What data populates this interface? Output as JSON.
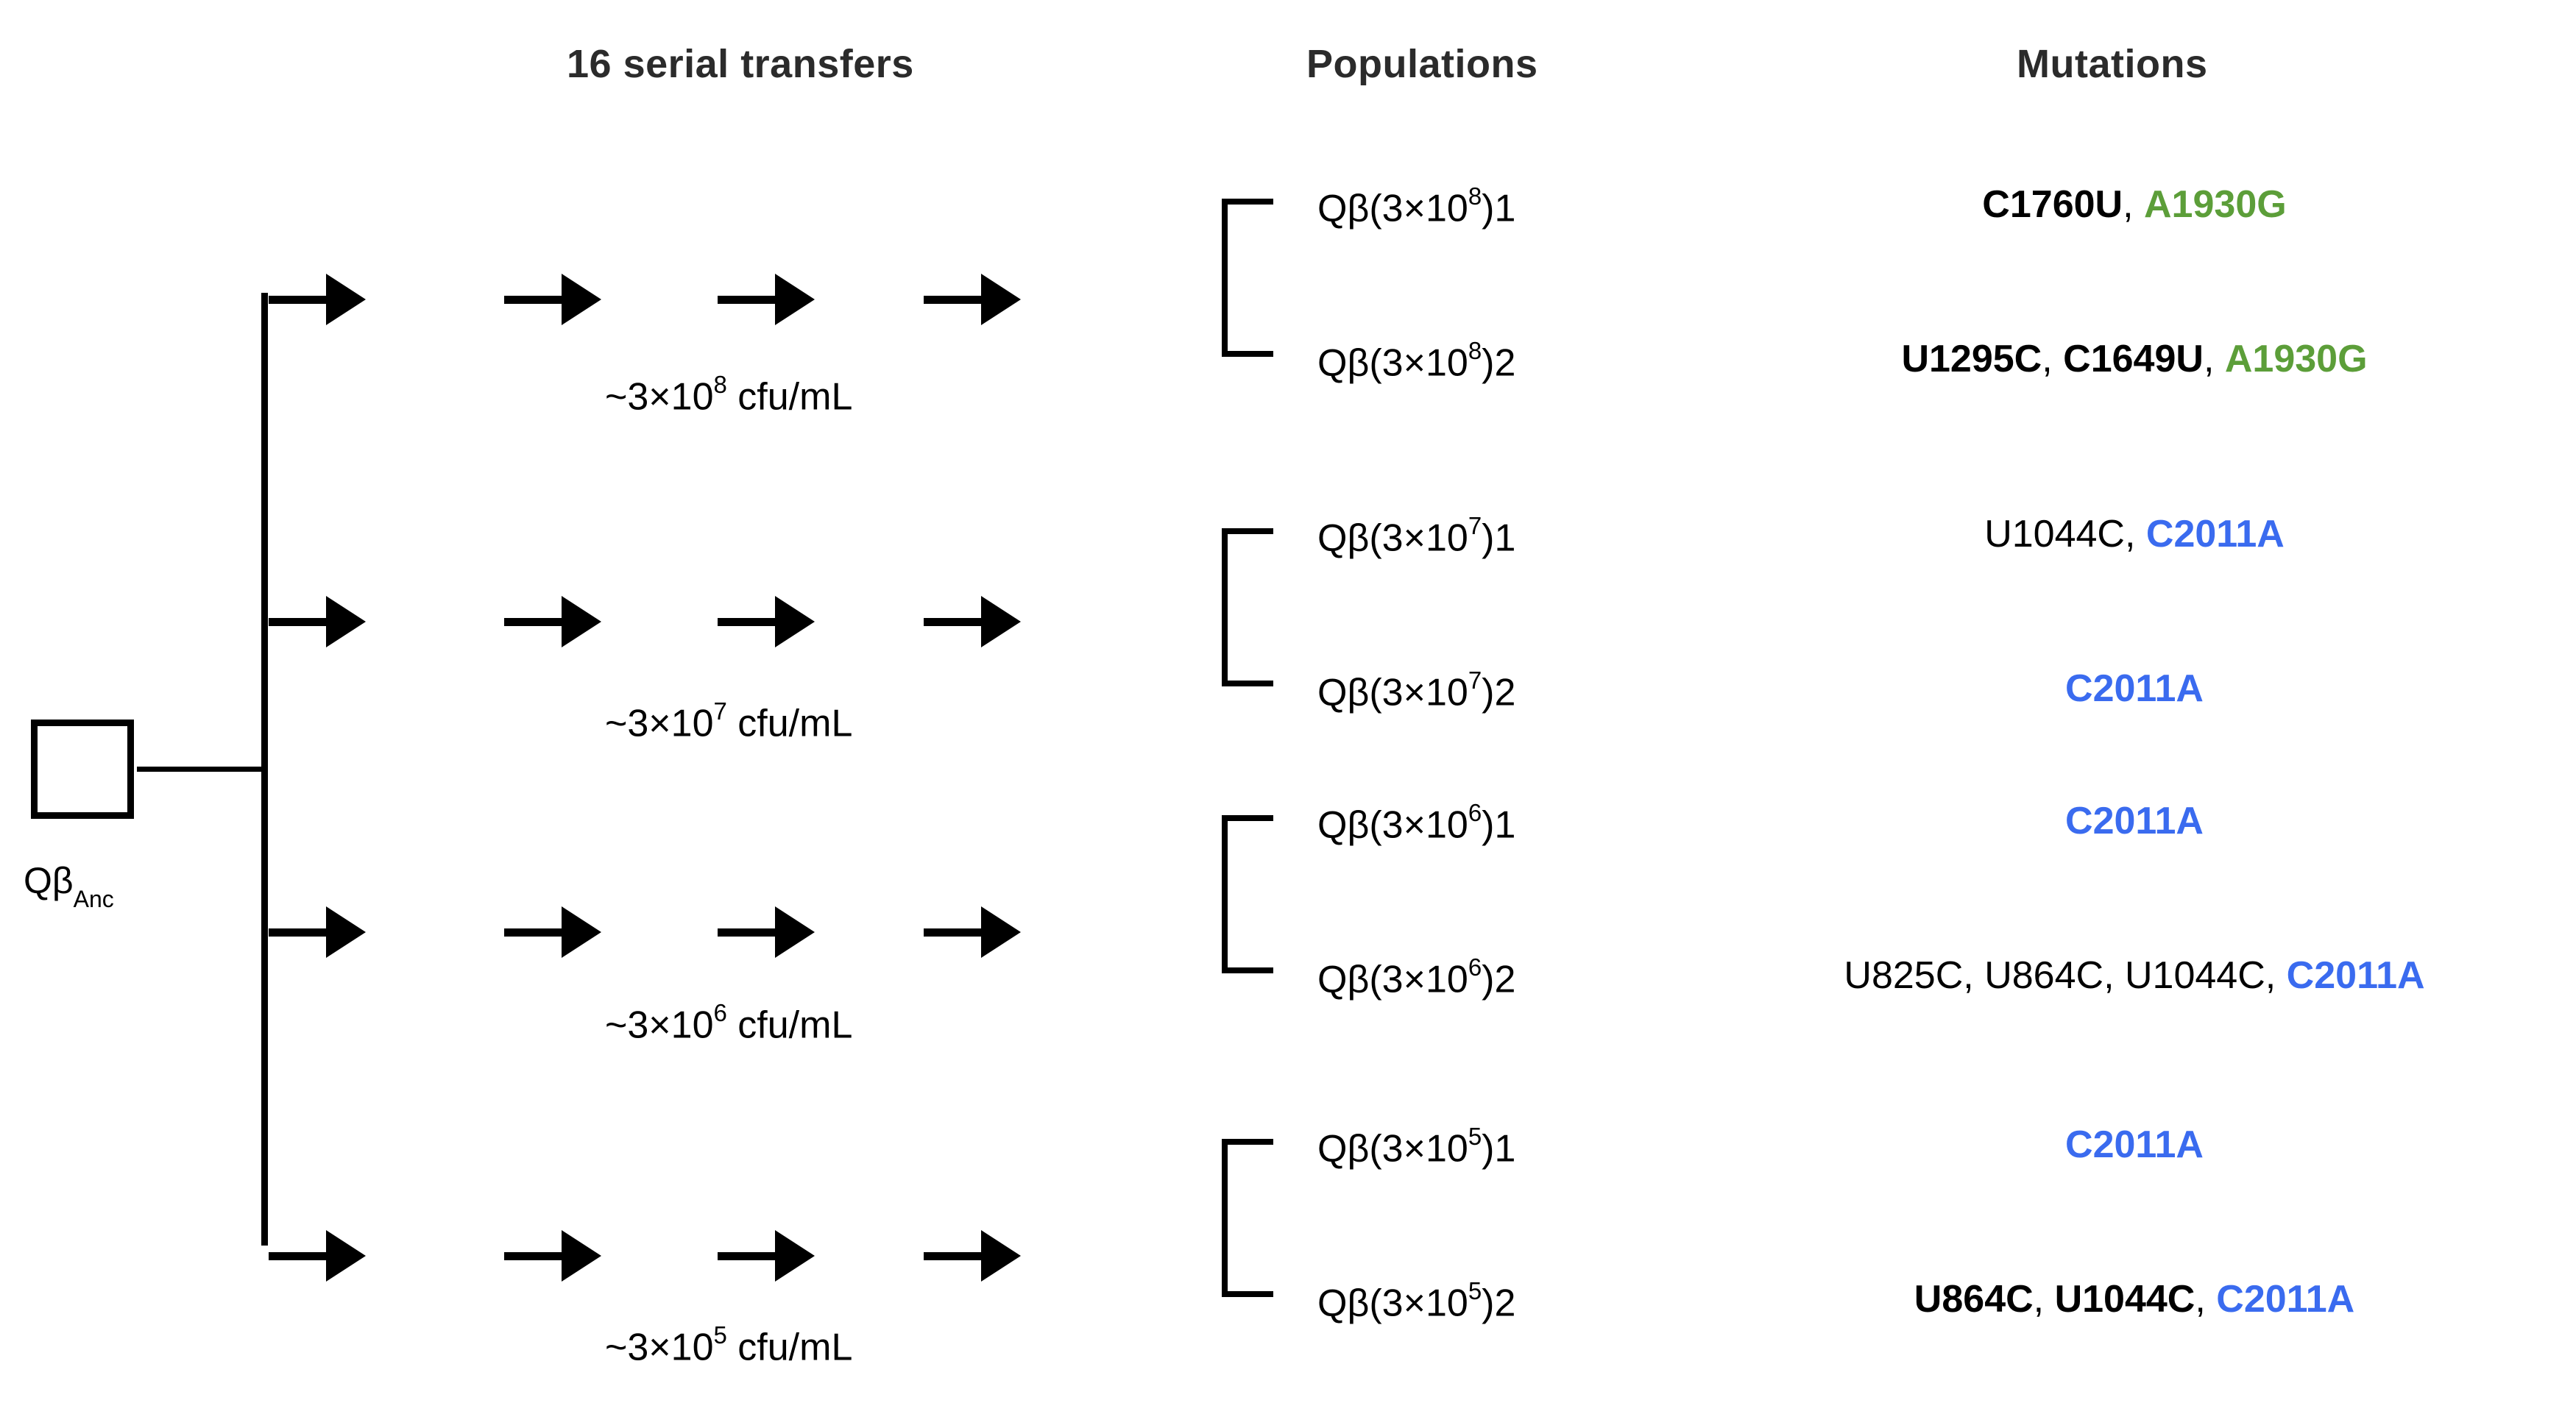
{
  "headers": {
    "transfers": "16 serial transfers",
    "populations": "Populations",
    "mutations": "Mutations"
  },
  "ancestor": {
    "label_main": "Qβ",
    "label_sub": "Anc"
  },
  "colors": {
    "green": "#5c9e39",
    "blue": "#3a6bef",
    "black": "#000000",
    "header": "#2b2b2b"
  },
  "groups": [
    {
      "cfu_prefix": "~3×10",
      "cfu_exponent": "8",
      "cfu_suffix": " cfu/mL",
      "arrows": 4,
      "populations": [
        {
          "prefix": "Qβ(3×10",
          "exponent": "8",
          "suffix": ")1"
        },
        {
          "prefix": "Qβ(3×10",
          "exponent": "8",
          "suffix": ")2"
        }
      ],
      "mutations": [
        [
          {
            "text": "C1760U",
            "style": "bold-black"
          },
          {
            "text": ", ",
            "style": "plain-black"
          },
          {
            "text": "A1930G",
            "style": "bold-green"
          }
        ],
        [
          {
            "text": "U1295C",
            "style": "bold-black"
          },
          {
            "text": ", ",
            "style": "plain-black"
          },
          {
            "text": "C1649U",
            "style": "bold-black"
          },
          {
            "text": ", ",
            "style": "plain-black"
          },
          {
            "text": "A1930G",
            "style": "bold-green"
          }
        ]
      ]
    },
    {
      "cfu_prefix": "~3×10",
      "cfu_exponent": "7",
      "cfu_suffix": " cfu/mL",
      "arrows": 4,
      "populations": [
        {
          "prefix": "Qβ(3×10",
          "exponent": "7",
          "suffix": ")1"
        },
        {
          "prefix": "Qβ(3×10",
          "exponent": "7",
          "suffix": ")2"
        }
      ],
      "mutations": [
        [
          {
            "text": "U1044C",
            "style": "plain-black"
          },
          {
            "text": ", ",
            "style": "plain-black"
          },
          {
            "text": "C2011A",
            "style": "bold-blue"
          }
        ],
        [
          {
            "text": "C2011A",
            "style": "bold-blue"
          }
        ]
      ]
    },
    {
      "cfu_prefix": "~3×10",
      "cfu_exponent": "6",
      "cfu_suffix": " cfu/mL",
      "arrows": 4,
      "populations": [
        {
          "prefix": "Qβ(3×10",
          "exponent": "6",
          "suffix": ")1"
        },
        {
          "prefix": "Qβ(3×10",
          "exponent": "6",
          "suffix": ")2"
        }
      ],
      "mutations": [
        [
          {
            "text": "C2011A",
            "style": "bold-blue"
          }
        ],
        [
          {
            "text": "U825C",
            "style": "plain-black"
          },
          {
            "text": ", ",
            "style": "plain-black"
          },
          {
            "text": "U864C",
            "style": "plain-black"
          },
          {
            "text": ", ",
            "style": "plain-black"
          },
          {
            "text": "U1044C",
            "style": "plain-black"
          },
          {
            "text": ", ",
            "style": "plain-black"
          },
          {
            "text": "C2011A",
            "style": "bold-blue"
          }
        ]
      ]
    },
    {
      "cfu_prefix": "~3×10",
      "cfu_exponent": "5",
      "cfu_suffix": " cfu/mL",
      "arrows": 4,
      "populations": [
        {
          "prefix": "Qβ(3×10",
          "exponent": "5",
          "suffix": ")1"
        },
        {
          "prefix": "Qβ(3×10",
          "exponent": "5",
          "suffix": ")2"
        }
      ],
      "mutations": [
        [
          {
            "text": "C2011A",
            "style": "bold-blue"
          }
        ],
        [
          {
            "text": "U864C",
            "style": "bold-black"
          },
          {
            "text": ", ",
            "style": "plain-black"
          },
          {
            "text": "U1044C",
            "style": "bold-black"
          },
          {
            "text": ", ",
            "style": "plain-black"
          },
          {
            "text": "C2011A",
            "style": "bold-blue"
          }
        ]
      ]
    }
  ]
}
